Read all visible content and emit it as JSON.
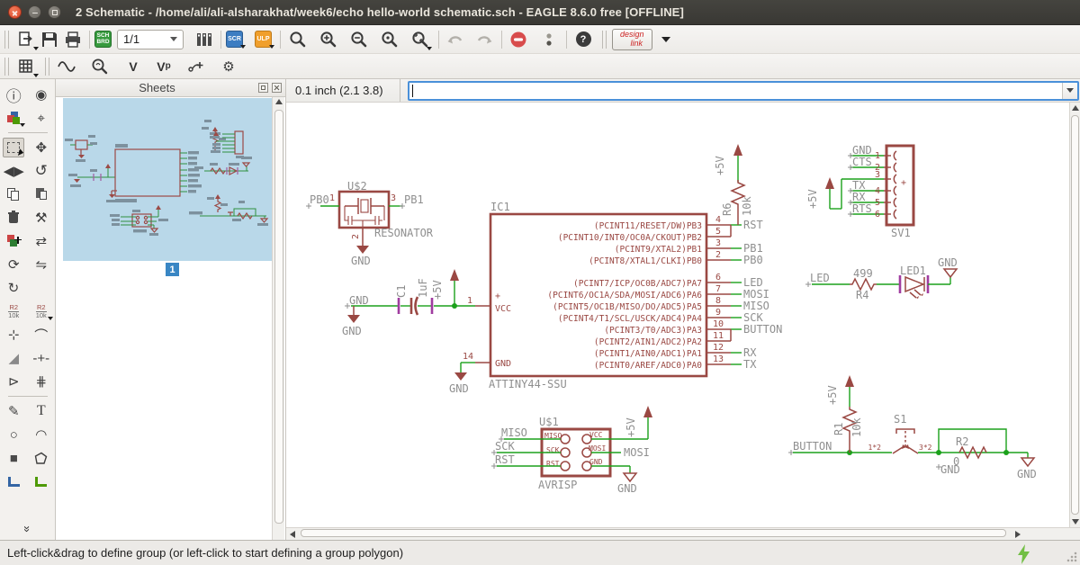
{
  "titlebar": {
    "title": "2 Schematic - /home/ali/ali-alsharakhat/week6/echo hello-world schematic.sch - EAGLE 8.6.0 free [OFFLINE]"
  },
  "toolbar": {
    "sch_badge_top": "SCH",
    "sch_badge_bottom": "BRD",
    "sheet_selector": "1/1",
    "scr_badge": "SCR",
    "ulp_badge": "ULP",
    "help_glyph": "?",
    "design_link_line1": "design",
    "design_link_line2": "link"
  },
  "toolbar2": {
    "v_label": "V",
    "vp_main": "V",
    "vp_sub": "p"
  },
  "palette": {
    "icons": {
      "info": "ⓘ",
      "eye": "◉",
      "mark": "⌖",
      "move": "✥",
      "mirror": "◀▶",
      "rotate": "↺",
      "wrench": "⚒",
      "pinswap": "⇄",
      "gateswap": "⇋",
      "update": "⟳",
      "smash": "⊹",
      "miter_round": "⌒",
      "miter_flat": "◢",
      "split": "-+-",
      "invoke": "⊳",
      "dimension": "⋕",
      "wire": "✎",
      "text": "T",
      "circle": "○",
      "arc": "◠",
      "rect": "■",
      "more": "»"
    },
    "name_button_top": "R2",
    "name_button_bottom": "10k",
    "value_button_top": "R2",
    "value_button_bottom": "10k"
  },
  "sheets": {
    "title": "Sheets",
    "badge": "1"
  },
  "command": {
    "coord": "0.1 inch (2.1 3.8)",
    "value": ""
  },
  "statusbar": {
    "hint": "Left-click&drag to define group (or left-click to start defining a group polygon)"
  },
  "sch": {
    "res": {
      "name": "U$2",
      "value": "RESONATOR",
      "p1": "1",
      "p2": "2",
      "p3": "3",
      "net_l": "PB0",
      "net_r": "PB1",
      "gnd": "GND"
    },
    "c1": {
      "label_gnd": "GND",
      "name": "C1",
      "value": "1uF",
      "p5v": "+5V",
      "sym_gnd": "GND"
    },
    "ic": {
      "name": "IC1",
      "value": "ATTINY44-SSU",
      "plus": "+",
      "vcc": "VCC",
      "gnd": "GND",
      "n1": "1",
      "n14": "14",
      "gnd2": "GND",
      "rows": [
        {
          "num": "4",
          "inner": "(PCINT11/RESET/DW)PB3",
          "net": "RST"
        },
        {
          "num": "5",
          "inner": "(PCINT10/INT0/OC0A/CKOUT)PB2",
          "net": ""
        },
        {
          "num": "3",
          "inner": "(PCINT9/XTAL2)PB1",
          "net": "PB1"
        },
        {
          "num": "2",
          "inner": "(PCINT8/XTAL1/CLKI)PB0",
          "net": "PB0"
        },
        {
          "num": "6",
          "inner": "(PCINT7/ICP/OC0B/ADC7)PA7",
          "net": "LED"
        },
        {
          "num": "7",
          "inner": "(PCINT6/OC1A/SDA/MOSI/ADC6)PA6",
          "net": "MOSI"
        },
        {
          "num": "8",
          "inner": "(PCINT5/OC1B/MISO/DO/ADC5)PA5",
          "net": "MISO"
        },
        {
          "num": "9",
          "inner": "(PCINT4/T1/SCL/USCK/ADC4)PA4",
          "net": "SCK"
        },
        {
          "num": "10",
          "inner": "(PCINT3/T0/ADC3)PA3",
          "net": "BUTTON"
        },
        {
          "num": "11",
          "inner": "(PCINT2/AIN1/ADC2)PA2",
          "net": ""
        },
        {
          "num": "12",
          "inner": "(PCINT1/AIN0/ADC1)PA1",
          "net": "RX"
        },
        {
          "num": "13",
          "inner": "(PCINT0/AREF/ADC0)PA0",
          "net": "TX"
        }
      ]
    },
    "r6": {
      "name": "R6",
      "value": "10k",
      "p5v": "+5V"
    },
    "sv": {
      "name": "SV1",
      "plus": "+",
      "p5v": "+5V",
      "rows": [
        {
          "num": "1",
          "net": "GND"
        },
        {
          "num": "2",
          "net": "CTS"
        },
        {
          "num": "3",
          "net": ""
        },
        {
          "num": "4",
          "net": "TX"
        },
        {
          "num": "5",
          "net": "RX"
        },
        {
          "num": "6",
          "net": "RTS"
        }
      ]
    },
    "led": {
      "net": "LED",
      "r": "R4",
      "rv": "499",
      "d": "LED1",
      "gnd": "GND"
    },
    "isp": {
      "name": "U$1",
      "value": "AVRISP",
      "l1": "MISO",
      "l2": "SCK",
      "l3": "RST",
      "r1": "VCC",
      "r2": "MOSI",
      "r3": "GND",
      "n_miso": "MISO",
      "n_sck": "SCK",
      "n_rst": "RST",
      "n_mosi": "MOSI",
      "p5v": "+5V",
      "gnd": "GND"
    },
    "btn": {
      "net": "BUTTON",
      "r1": "R1",
      "r1v": "10k",
      "p5v": "+5V",
      "s1": "S1",
      "s1a": "1*2",
      "s1b": "3*2",
      "r2": "R2",
      "r2v": "0",
      "gnd_net": "GND",
      "gnd": "GND"
    }
  }
}
